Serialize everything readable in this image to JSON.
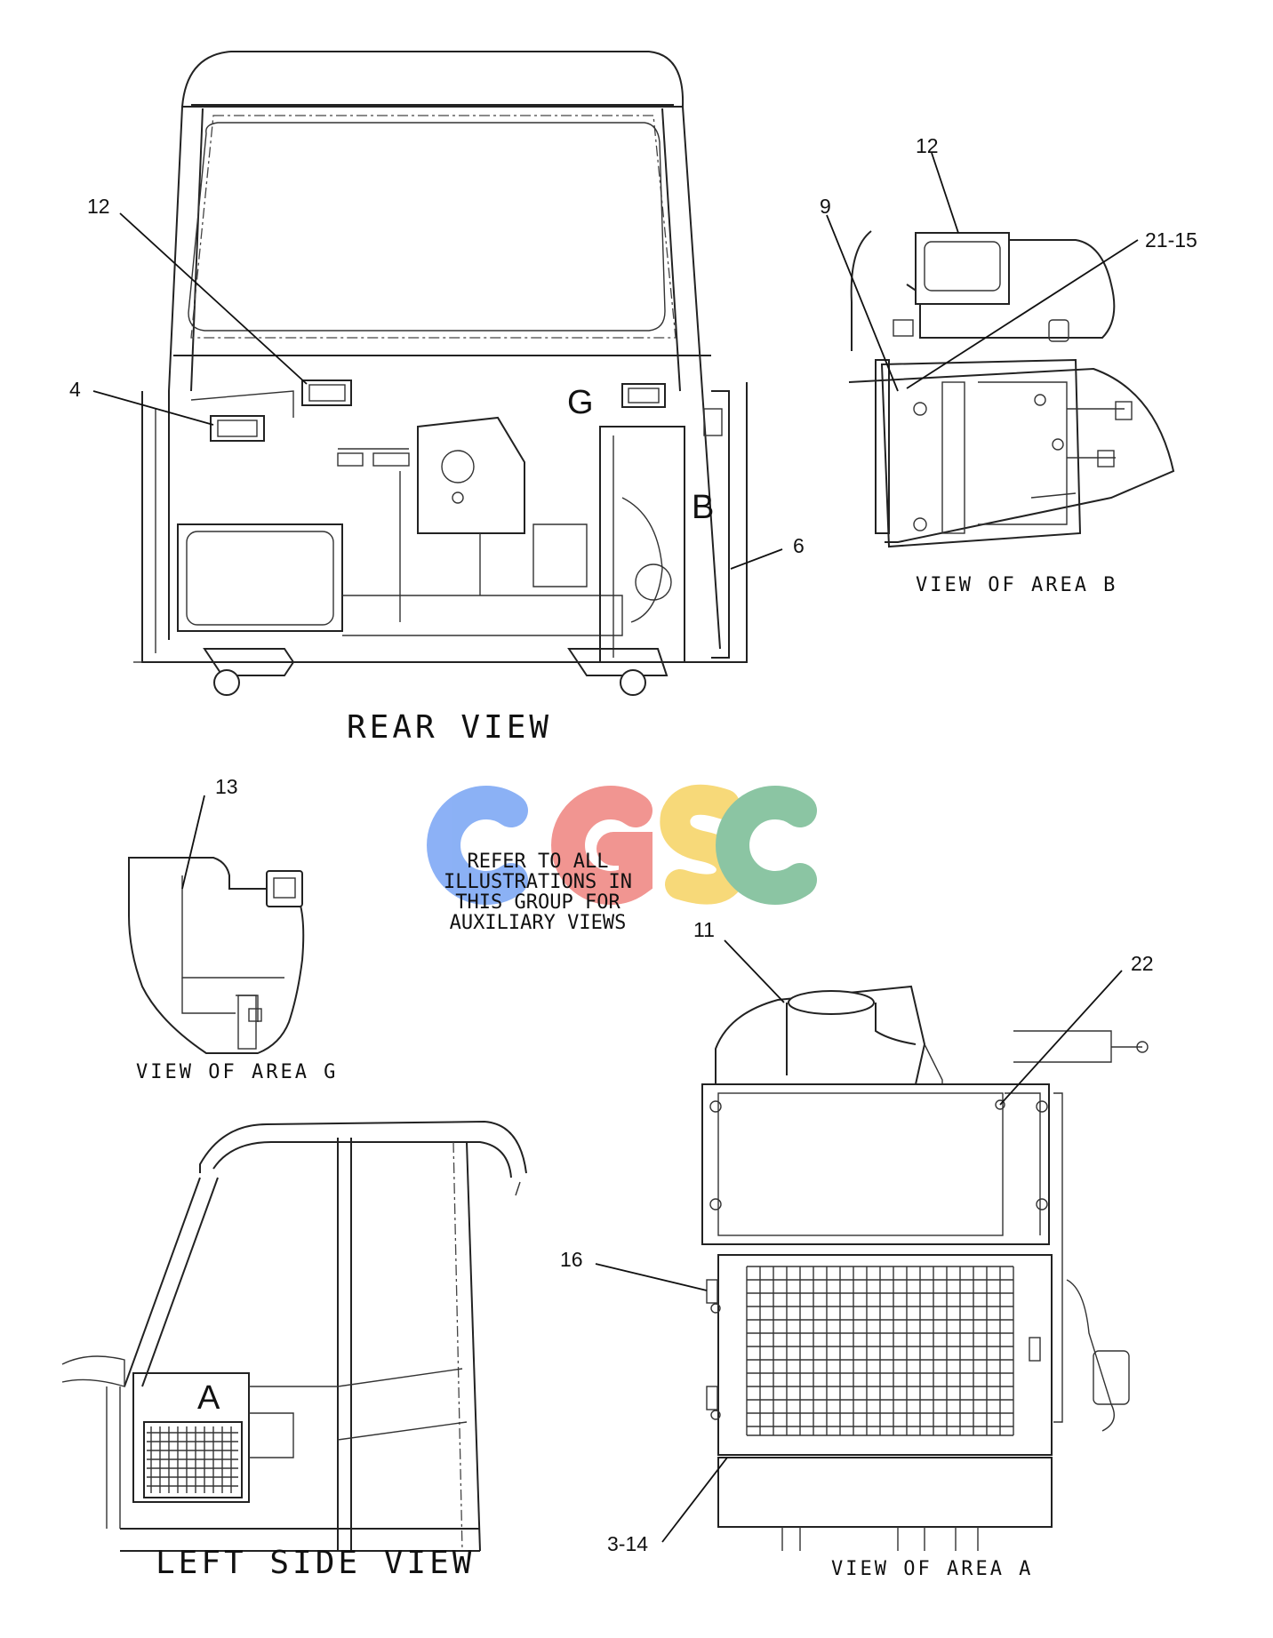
{
  "watermark": {
    "letters": [
      "C",
      "G",
      "S",
      "C"
    ],
    "colors": [
      "#7fa9f5",
      "#f08a86",
      "#f7d56b",
      "#7fbf9a"
    ]
  },
  "views": {
    "rear": {
      "caption": "REAR VIEW",
      "area_g": "G",
      "area_b": "B"
    },
    "area_b": {
      "caption": "VIEW OF AREA B"
    },
    "area_g": {
      "caption": "VIEW OF AREA G"
    },
    "left_side": {
      "caption": "LEFT SIDE VIEW",
      "area_a": "A"
    },
    "area_a": {
      "caption": "VIEW OF AREA A"
    }
  },
  "note": {
    "lines": [
      "REFER TO ALL",
      "ILLUSTRATIONS IN",
      "THIS GROUP FOR",
      "AUXILIARY VIEWS"
    ]
  },
  "callouts": {
    "rear_12": "12",
    "rear_4": "4",
    "rear_6": "6",
    "b_12": "12",
    "b_9": "9",
    "b_21_15": "21-15",
    "g_13": "13",
    "a_11": "11",
    "a_22": "22",
    "a_16": "16",
    "a_3_14": "3-14"
  }
}
